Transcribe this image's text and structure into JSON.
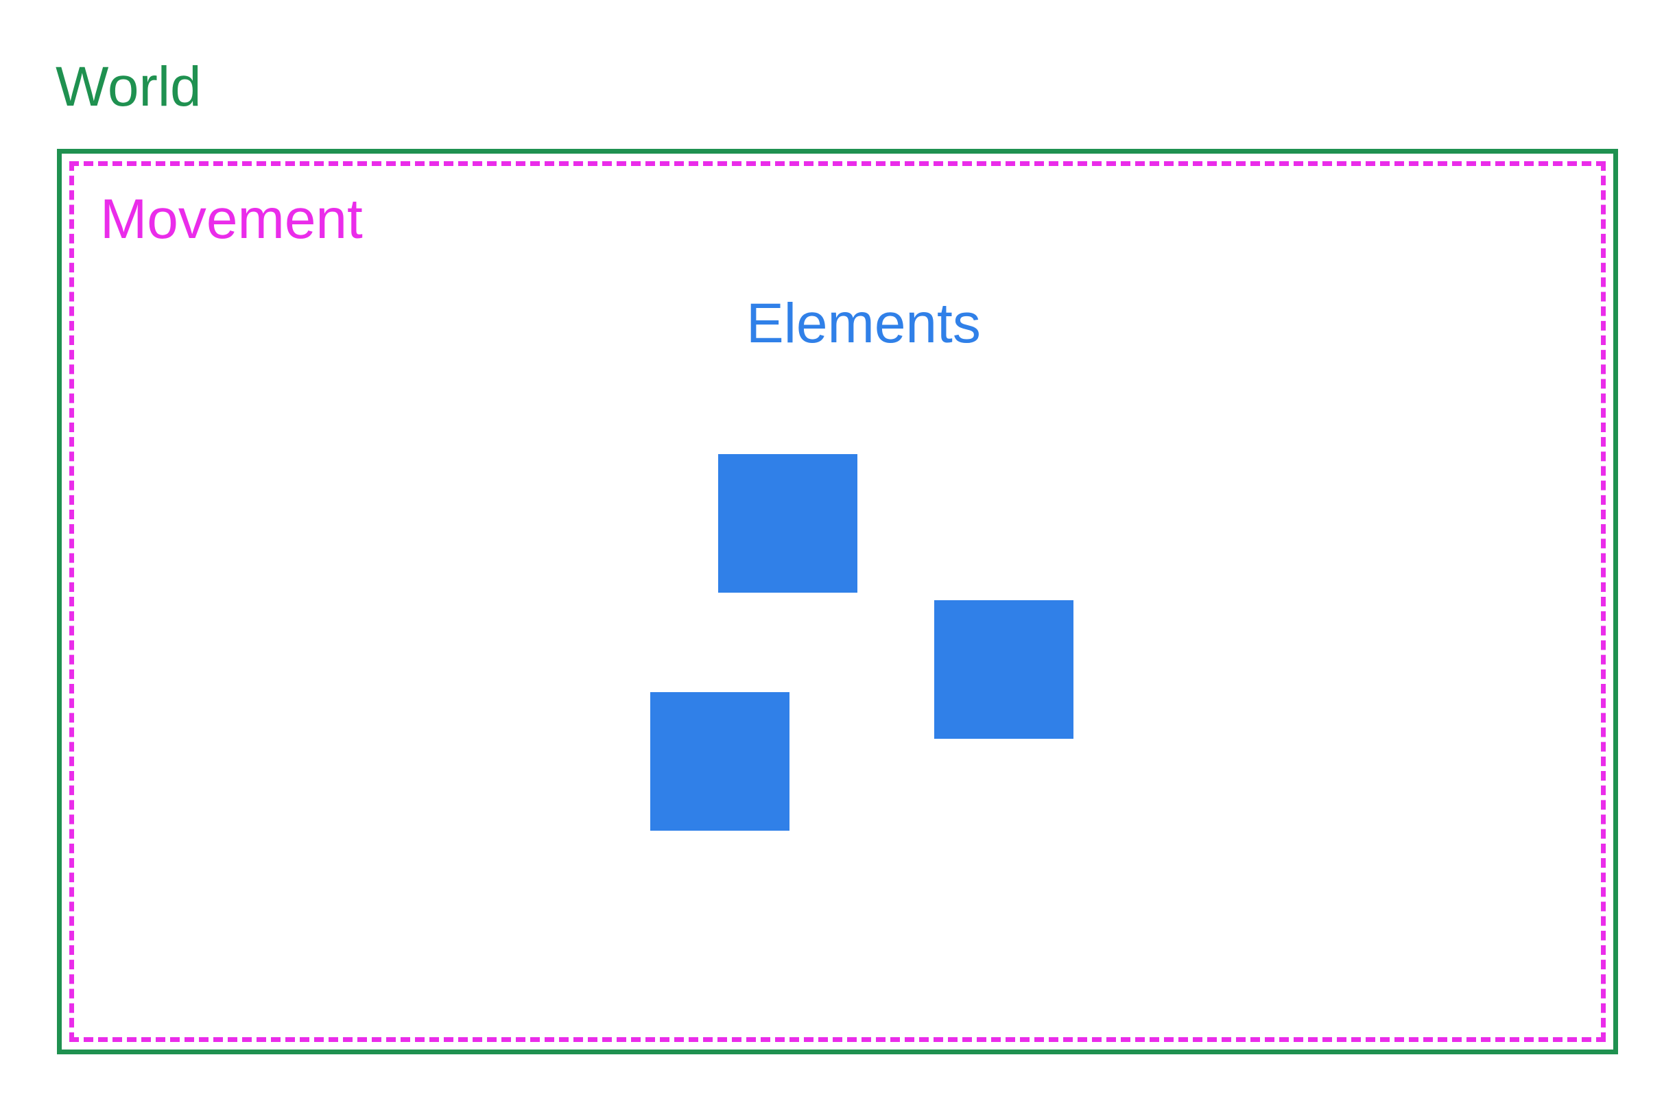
{
  "world": {
    "label": "World",
    "color": "#1f9150"
  },
  "movement": {
    "label": "Movement",
    "color": "#ea2cea"
  },
  "elements": {
    "label": "Elements",
    "color": "#3080e8",
    "count": 3
  }
}
